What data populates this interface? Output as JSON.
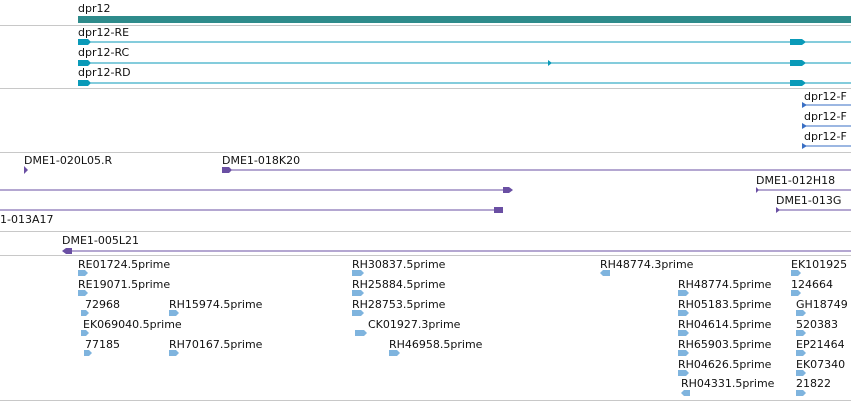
{
  "colors": {
    "gene": "#2e8b8b",
    "transcript": "#0a9ab8",
    "transcript_arrow": "#3a6fc4",
    "clone": "#6a4fa3",
    "est": "#7fb4de",
    "separator": "#c8c8c8"
  },
  "gene_track": {
    "gene_label": "dpr12"
  },
  "transcript_track": {
    "labels": [
      "dpr12-RE",
      "dpr12-RC",
      "dpr12-RD"
    ]
  },
  "protein_track": {
    "labels": [
      "dpr12-F",
      "dpr12-F",
      "dpr12-F"
    ]
  },
  "clone_track": {
    "labels": [
      "DME1-020L05.R",
      "DME1-018K20",
      "DME1-012H18",
      "DME1-013G",
      "1-013A17"
    ]
  },
  "bac_track": {
    "label": "DME1-005L21"
  },
  "est_track": {
    "labels": [
      "RE01724.5prime",
      "RE19071.5prime",
      "72968",
      "EK069040.5prime",
      "77185",
      "RH15974.5prime",
      "RH70167.5prime",
      "RH30837.5prime",
      "RH25884.5prime",
      "RH28753.5prime",
      "CK01927.3prime",
      "RH46958.5prime",
      "RH48774.3prime",
      "RH48774.5prime",
      "RH05183.5prime",
      "RH04614.5prime",
      "RH65903.5prime",
      "RH04626.5prime",
      "RH04331.5prime",
      "EK101925",
      "124664",
      "GH18749",
      "520383",
      "EP21464",
      "EK07340",
      "21822"
    ]
  }
}
